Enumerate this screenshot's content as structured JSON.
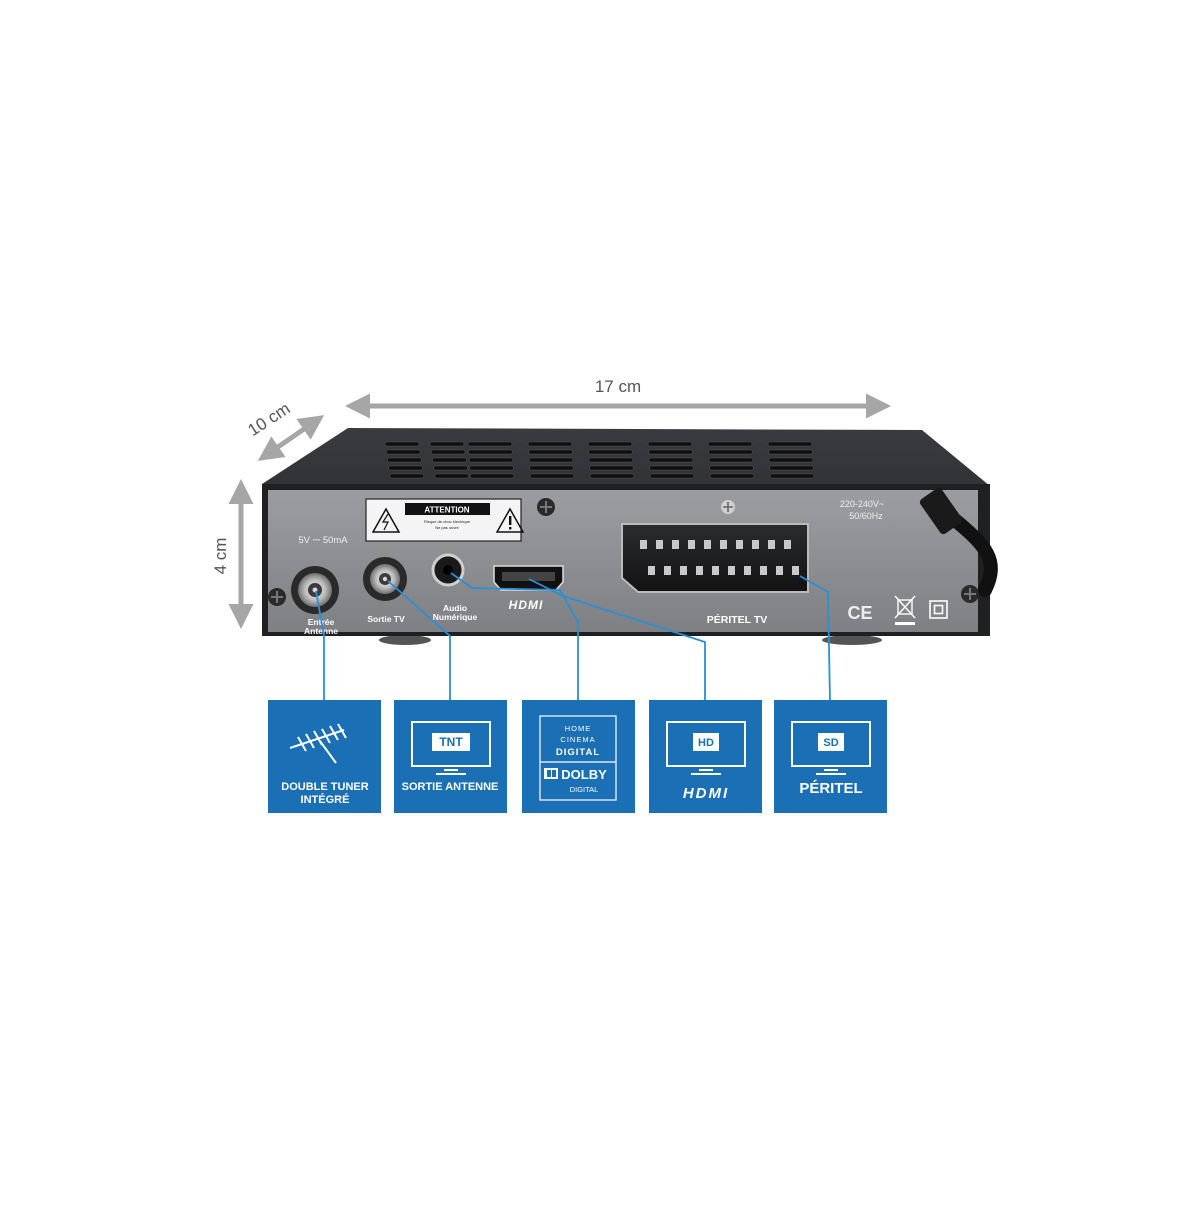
{
  "dimensions": {
    "width": "17 cm",
    "depth": "10 cm",
    "height": "4 cm"
  },
  "device": {
    "warning_title": "ATTENTION",
    "warning_text_1": "Risque de choc électrique",
    "warning_text_2": "Ne pas ouvrir",
    "power_spec_1": "220-240V~",
    "power_spec_2": "50/60Hz",
    "antenna_power": "5V ⎓ 50mA",
    "ports": {
      "antenna_in_1": "Entrée",
      "antenna_in_2": "Antenne",
      "tv_out": "Sortie TV",
      "audio_1": "Audio",
      "audio_2": "Numérique",
      "hdmi_logo": "HDMI",
      "scart": "PÉRITEL TV"
    },
    "marks": {
      "ce": "CE"
    }
  },
  "features": [
    {
      "line1": "DOUBLE TUNER",
      "line2": "INTÉGRÉ",
      "icon": "antenna-icon"
    },
    {
      "tag": "TNT",
      "line1": "SORTIE ANTENNE",
      "icon": "tv-icon"
    },
    {
      "hc1": "HOME",
      "hc2": "CINEMA",
      "hc3": "DIGITAL",
      "dolby": "DOLBY",
      "dolby_sub": "DIGITAL",
      "icon": "dolby-icon"
    },
    {
      "tag": "HD",
      "logo": "HDMI",
      "icon": "tv-icon"
    },
    {
      "tag": "SD",
      "line1": "PÉRITEL",
      "icon": "tv-icon"
    }
  ],
  "colors": {
    "feature_blue": "#1a6fb5",
    "connector_line": "#2a8fd6",
    "arrow_gray": "#a6a6a6",
    "panel_gray": "#8c8e91"
  }
}
